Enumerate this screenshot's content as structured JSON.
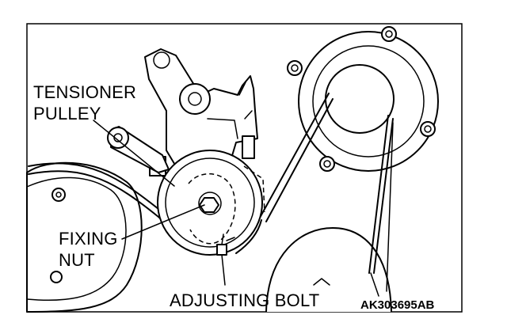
{
  "labels": {
    "tensioner_pulley": [
      "TENSIONER",
      "PULLEY"
    ],
    "fixing_nut": [
      "FIXING",
      "NUT"
    ],
    "adjusting_bolt": "ADJUSTING BOLT",
    "figure_code": "AK303695AB"
  },
  "colors": {
    "line": "#000000",
    "background": "#ffffff"
  }
}
